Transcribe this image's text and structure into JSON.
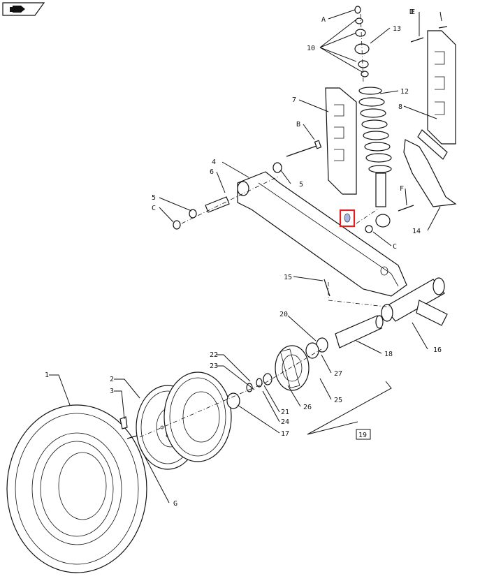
{
  "header": {
    "nav_icon": "book-arrow-icon"
  },
  "callouts": {
    "A": "A",
    "B": "B",
    "C1": "C",
    "C2": "C",
    "D": "D",
    "E": "E",
    "F": "F",
    "G": "G",
    "n1": "1",
    "n2": "2",
    "n3": "3",
    "n4": "4",
    "n5a": "5",
    "n5b": "5",
    "n6": "6",
    "n7": "7",
    "n8": "8",
    "n10": "10",
    "n12": "12",
    "n13": "13",
    "n14": "14",
    "n15": "15",
    "n16": "16",
    "n17": "17",
    "n18": "18",
    "n19": "19",
    "n20": "20",
    "n21": "21",
    "n22": "22",
    "n23": "23",
    "n24": "24",
    "n25": "25",
    "n26": "26",
    "n27": "27"
  },
  "highlight": {
    "color": "#e02020",
    "selected_part_color": "#a8b8e0"
  },
  "colors": {
    "ink": "#111111",
    "paper": "#ffffff"
  }
}
